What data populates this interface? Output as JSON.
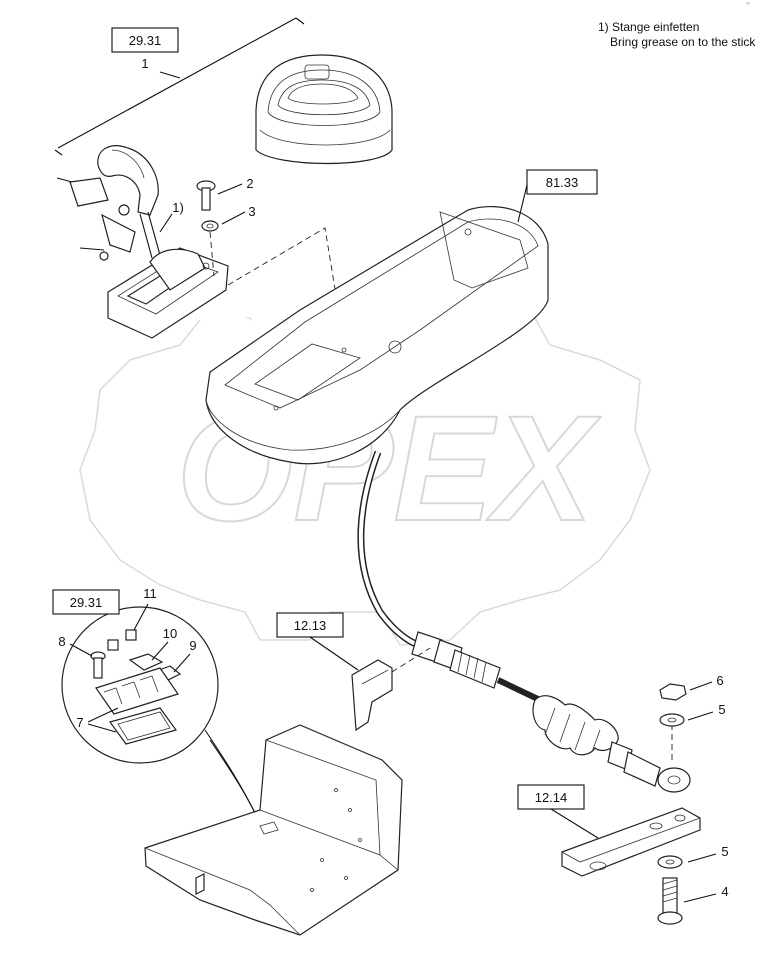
{
  "corner_mark": "ʳᵉ",
  "note": {
    "de": "1) Stange einfetten",
    "en": "Bring grease on to the stick"
  },
  "watermark": {
    "text": "OPEX",
    "color": "#d9d9d9"
  },
  "references": {
    "ref_top": "29.31",
    "ref_console": "81.33",
    "ref_inset": "29.31",
    "ref_bracket": "12.13",
    "ref_plate": "12.14"
  },
  "callouts": {
    "c1": "1",
    "c2": "2",
    "c3": "3",
    "c4": "4",
    "c5a": "5",
    "c5b": "5",
    "c6": "6",
    "c7": "7",
    "c8": "8",
    "c9": "9",
    "c10": "10",
    "c11": "11",
    "grease_mark": "1)"
  }
}
